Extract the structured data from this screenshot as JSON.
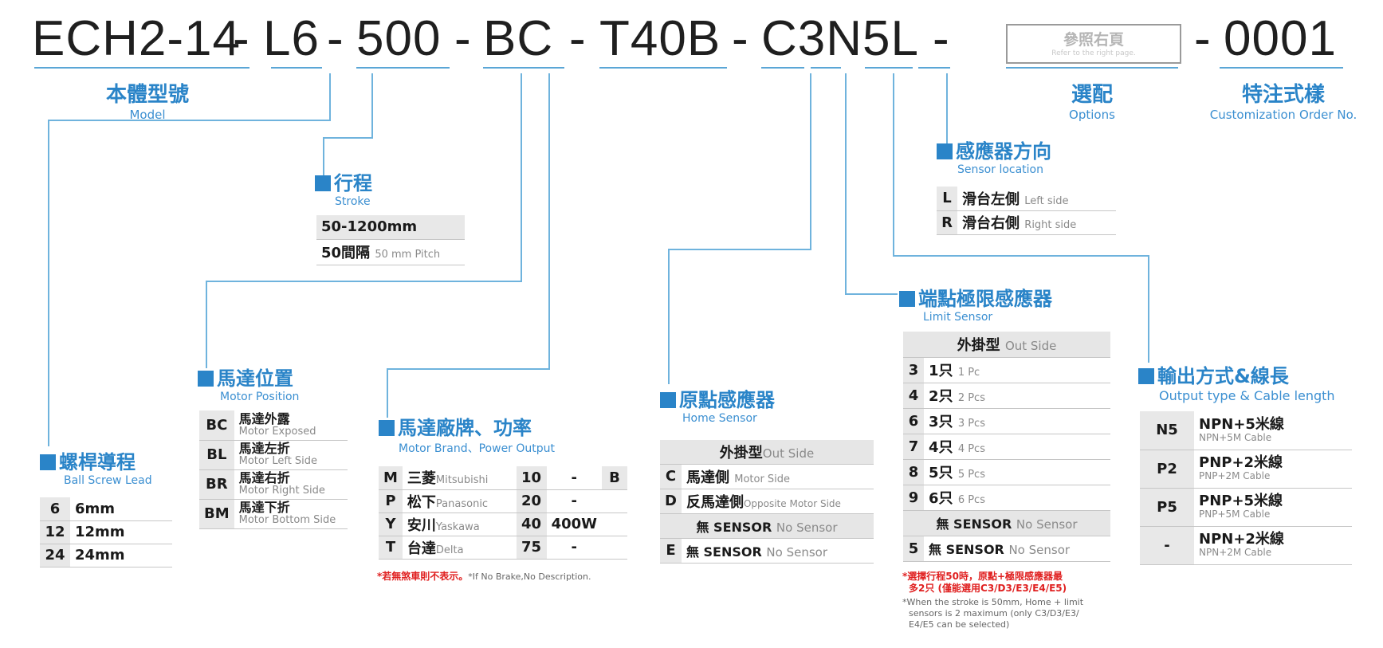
{
  "model_code": {
    "parts": [
      "ECH2-14",
      "-",
      "L6",
      "-",
      "500",
      "-",
      "BC",
      "-",
      "T40B",
      "-",
      "C3N5L",
      "-",
      "-",
      "0001"
    ],
    "placeholder_zh": "參照右頁",
    "placeholder_en": "Refer to the right page."
  },
  "labels": {
    "model_zh": "本體型號",
    "model_en": "Model",
    "options_zh": "選配",
    "options_en": "Options",
    "custom_zh": "特注式樣",
    "custom_en": "Customization Order No."
  },
  "stroke": {
    "title_zh": "行程",
    "title_en": "Stroke",
    "row1": "50-1200mm",
    "row2_zh": "50間隔",
    "row2_en": "50 mm Pitch"
  },
  "lead": {
    "title_zh": "螺桿導程",
    "title_en": "Ball Screw Lead",
    "rows": [
      {
        "code": "6",
        "value": "6mm"
      },
      {
        "code": "12",
        "value": "12mm"
      },
      {
        "code": "24",
        "value": "24mm"
      }
    ]
  },
  "motor_position": {
    "title_zh": "馬達位置",
    "title_en": "Motor Position",
    "rows": [
      {
        "code": "BC",
        "zh": "馬達外露",
        "en": "Motor Exposed"
      },
      {
        "code": "BL",
        "zh": "馬達左折",
        "en": "Motor Left Side"
      },
      {
        "code": "BR",
        "zh": "馬達右折",
        "en": "Motor Right Side"
      },
      {
        "code": "BM",
        "zh": "馬達下折",
        "en": "Motor Bottom Side"
      }
    ]
  },
  "motor_brand": {
    "title_zh": "馬達廠牌、功率",
    "title_en": "Motor Brand、Power Output",
    "rows": [
      {
        "code": "M",
        "zh": "三菱",
        "en": "Mitsubishi",
        "p": "10",
        "w": "-",
        "b": "B"
      },
      {
        "code": "P",
        "zh": "松下",
        "en": "Panasonic",
        "p": "20",
        "w": "-",
        "b": ""
      },
      {
        "code": "Y",
        "zh": "安川",
        "en": "Yaskawa",
        "p": "40",
        "w": "400W",
        "b": ""
      },
      {
        "code": "T",
        "zh": "台達",
        "en": "Delta",
        "p": "75",
        "w": "-",
        "b": ""
      }
    ],
    "note_zh": "*若無煞車則不表示。",
    "note_en": "*If No Brake,No Description."
  },
  "home_sensor": {
    "title_zh": "原點感應器",
    "title_en": "Home Sensor",
    "header_zh": "外掛型",
    "header_en": "Out Side",
    "rows": [
      {
        "code": "C",
        "zh": "馬達側",
        "en": "Motor Side"
      },
      {
        "code": "D",
        "zh": "反馬達側",
        "en": "Opposite Motor Side"
      }
    ],
    "none_zh": "無 SENSOR",
    "none_en": "No Sensor",
    "e_code": "E",
    "e_zh": "無 SENSOR",
    "e_en": "No Sensor"
  },
  "sensor_location": {
    "title_zh": "感應器方向",
    "title_en": "Sensor location",
    "rows": [
      {
        "code": "L",
        "zh": "滑台左側",
        "en": "Left side"
      },
      {
        "code": "R",
        "zh": "滑台右側",
        "en": "Right side"
      }
    ]
  },
  "limit_sensor": {
    "title_zh": "端點極限感應器",
    "title_en": "Limit Sensor",
    "header_zh": "外掛型",
    "header_en": "Out Side",
    "rows": [
      {
        "code": "3",
        "zh": "1只",
        "en": "1 Pc"
      },
      {
        "code": "4",
        "zh": "2只",
        "en": "2 Pcs"
      },
      {
        "code": "6",
        "zh": "3只",
        "en": "3 Pcs"
      },
      {
        "code": "7",
        "zh": "4只",
        "en": "4 Pcs"
      },
      {
        "code": "8",
        "zh": "5只",
        "en": "5 Pcs"
      },
      {
        "code": "9",
        "zh": "6只",
        "en": "6 Pcs"
      }
    ],
    "none_zh": "無 SENSOR",
    "none_en": "No Sensor",
    "five_code": "5",
    "five_zh": "無 SENSOR",
    "five_en": "No Sensor",
    "note_zh_1": "*選擇行程50時，原點+極限感應器最",
    "note_zh_2": "多2只 (僅能選用C3/D3/E3/E4/E5)",
    "note_en_1": "*When the stroke is 50mm, Home + limit",
    "note_en_2": "sensors is 2 maximum (only C3/D3/E3/",
    "note_en_3": "E4/E5 can be selected)"
  },
  "output": {
    "title_zh": "輸出方式&線長",
    "title_en": "Output type & Cable length",
    "rows": [
      {
        "code": "N5",
        "main": "NPN+5米線",
        "sub": "NPN+5M Cable"
      },
      {
        "code": "P2",
        "main": "PNP+2米線",
        "sub": "PNP+2M Cable"
      },
      {
        "code": "P5",
        "main": "PNP+5米線",
        "sub": "PNP+5M Cable"
      },
      {
        "code": "-",
        "main": "NPN+2米線",
        "sub": "NPN+2M Cable"
      }
    ]
  }
}
